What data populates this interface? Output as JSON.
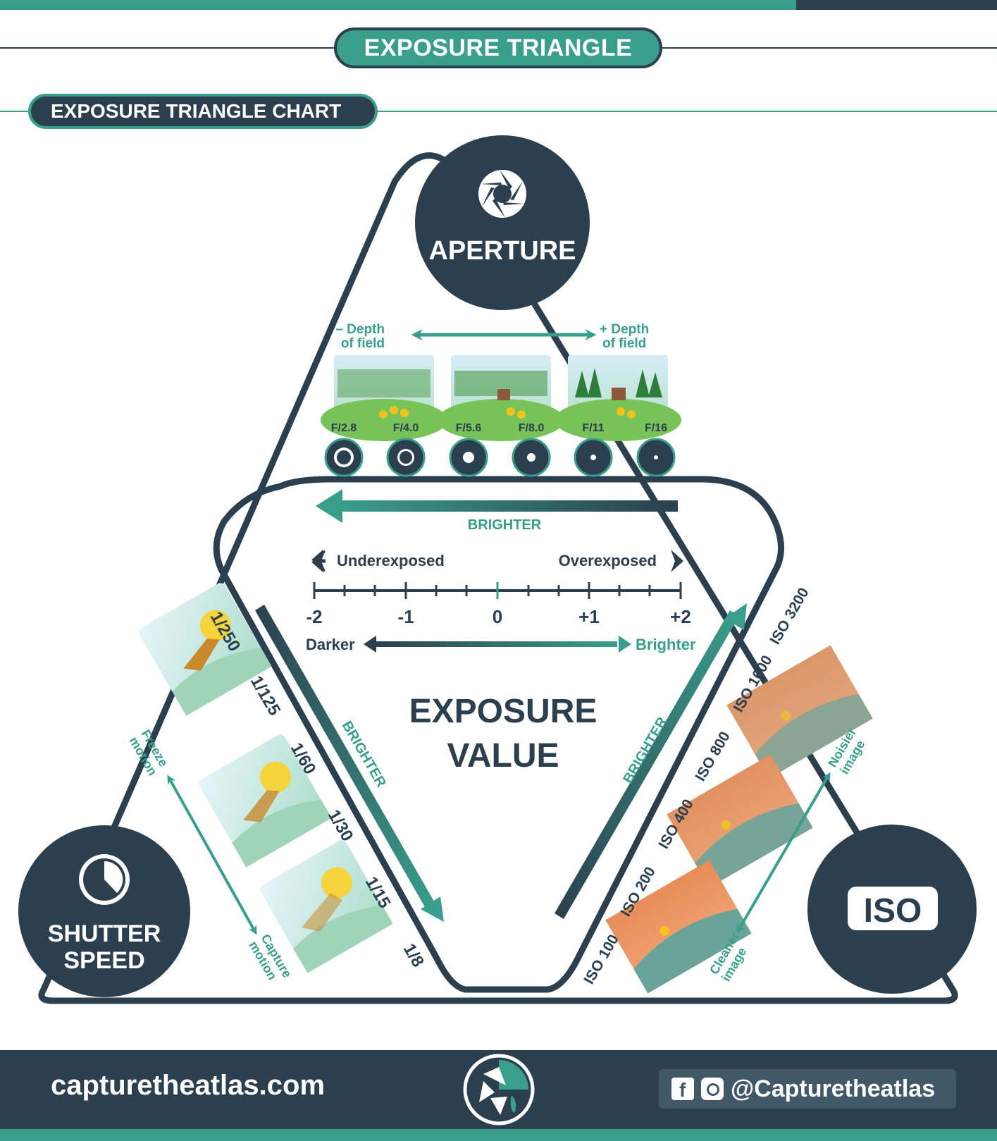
{
  "header": {
    "title": "EXPOSURE TRIANGLE",
    "subtitle": "EXPOSURE TRIANGLE CHART"
  },
  "colors": {
    "teal": "#3a9e8c",
    "dark": "#2b3f4e",
    "white": "#ffffff"
  },
  "aperture": {
    "label": "APERTURE",
    "icon": "aperture-icon",
    "depth_minus": [
      "– Depth",
      "of field"
    ],
    "depth_plus": [
      "+ Depth",
      "of field"
    ],
    "fstops": [
      "F/2.8",
      "F/4.0",
      "F/5.6",
      "F/8.0",
      "F/11",
      "F/16"
    ],
    "brighter": "BRIGHTER"
  },
  "exposure": {
    "underexposed": "Underexposed",
    "overexposed": "Overexposed",
    "scale": [
      "-2",
      "-1",
      "0",
      "+1",
      "+2"
    ],
    "darker": "Darker",
    "brighter": "Brighter",
    "center_title": [
      "EXPOSURE",
      "VALUE"
    ]
  },
  "shutter": {
    "label": [
      "SHUTTER",
      "SPEED"
    ],
    "icon": "stopwatch-icon",
    "speeds": [
      "1/250",
      "1/125",
      "1/60",
      "1/30",
      "1/15",
      "1/8"
    ],
    "freeze": [
      "Freeze",
      "motion"
    ],
    "capture": [
      "Capture",
      "motion"
    ],
    "brighter": "BRIGHTER"
  },
  "iso": {
    "label": "ISO",
    "values": [
      "ISO 100",
      "ISO 200",
      "ISO 400",
      "ISO 800",
      "ISO 1600",
      "ISO 3200"
    ],
    "noisier": [
      "Noisier",
      "image"
    ],
    "cleaner": [
      "Cleaner",
      "image"
    ],
    "brighter": "BRIGHTER"
  },
  "footer": {
    "site": "capturetheatlas.com",
    "handle": "@Capturetheatlas",
    "icons": [
      "facebook-icon",
      "instagram-icon",
      "logo-icon"
    ]
  }
}
